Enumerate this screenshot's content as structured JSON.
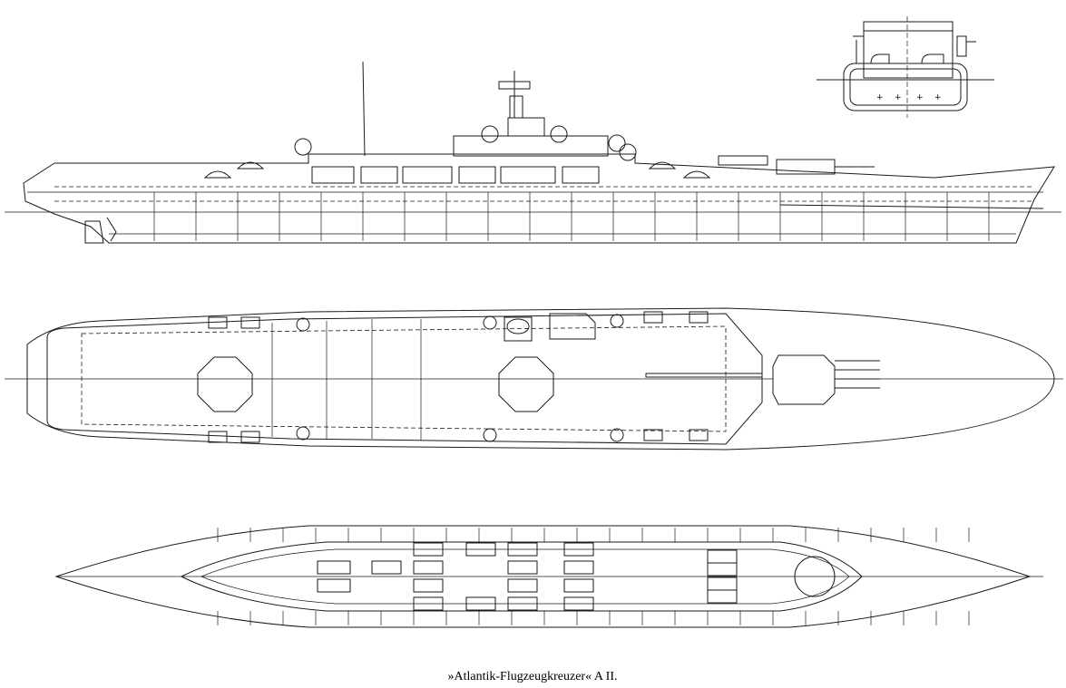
{
  "drawing": {
    "caption": "»Atlantik-Flugzeugkreuzer« A II.",
    "views": [
      "side-profile",
      "plan-view",
      "hangar-plan",
      "cross-section"
    ]
  }
}
